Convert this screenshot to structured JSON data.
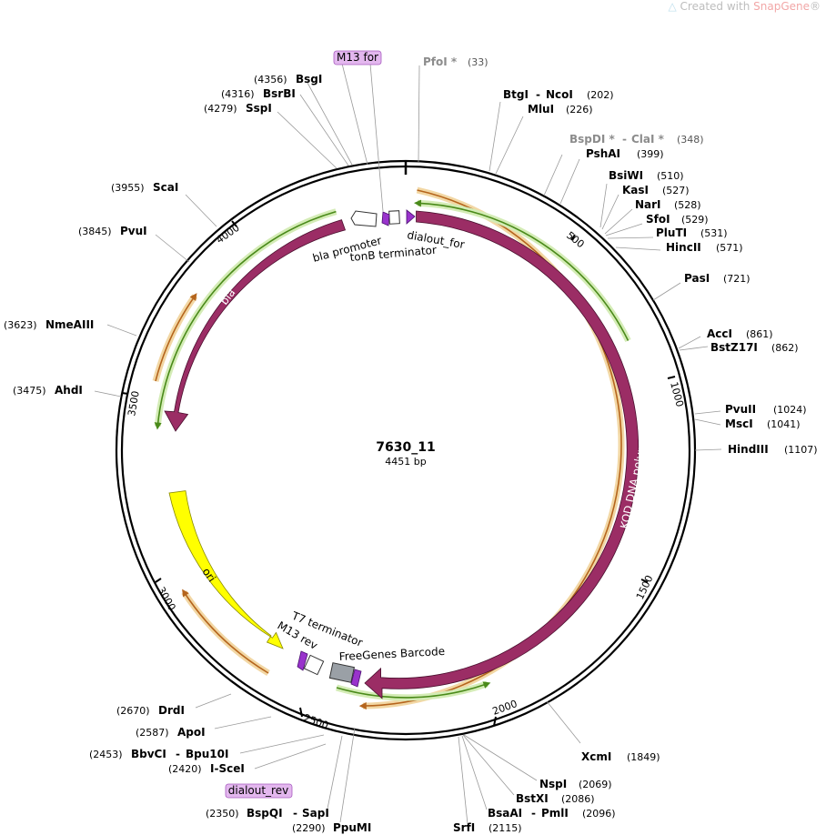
{
  "watermark": {
    "prefix": "Created with ",
    "brand": "SnapGene",
    "reg": "®"
  },
  "plasmid": {
    "name": "7630_11",
    "length": "4451 bp"
  },
  "ticks": [
    "500",
    "1000",
    "1500",
    "2000",
    "2500",
    "3000",
    "3500",
    "4000"
  ],
  "features": {
    "kod": "KOD DNA polymerase",
    "bla": "bla",
    "ori": "ori",
    "bla_promoter": "bla promoter",
    "tonb": "tonB terminator",
    "dialout_for": "dialout_for",
    "t7": "T7 terminator",
    "m13rev": "M13 rev",
    "barcode": "FreeGenes Barcode"
  },
  "primers": {
    "m13for": "M13 for",
    "dialout_rev": "dialout_rev"
  },
  "enzymes": {
    "pfoi": {
      "name": "PfoI *",
      "pos": "(33)"
    },
    "btgi": {
      "name": "BtgI",
      "name2": "NcoI",
      "pos": "(202)"
    },
    "mlui": {
      "name": "MluI",
      "pos": "(226)"
    },
    "bspdi": {
      "name": "BspDI *",
      "name2": "ClaI *",
      "pos": "(348)"
    },
    "pshai": {
      "name": "PshAI",
      "pos": "(399)"
    },
    "bsiwi": {
      "name": "BsiWI",
      "pos": "(510)"
    },
    "kasi": {
      "name": "KasI",
      "pos": "(527)"
    },
    "nari": {
      "name": "NarI",
      "pos": "(528)"
    },
    "sfoi": {
      "name": "SfoI",
      "pos": "(529)"
    },
    "pluti": {
      "name": "PluTI",
      "pos": "(531)"
    },
    "hincii": {
      "name": "HincII",
      "pos": "(571)"
    },
    "pasi": {
      "name": "PasI",
      "pos": "(721)"
    },
    "acci": {
      "name": "AccI",
      "pos": "(861)"
    },
    "bstz17i": {
      "name": "BstZ17I",
      "pos": "(862)"
    },
    "pvuii": {
      "name": "PvuII",
      "pos": "(1024)"
    },
    "msci": {
      "name": "MscI",
      "pos": "(1041)"
    },
    "hindiii": {
      "name": "HindIII",
      "pos": "(1107)"
    },
    "xcmi": {
      "name": "XcmI",
      "pos": "(1849)"
    },
    "nspi": {
      "name": "NspI",
      "pos": "(2069)"
    },
    "bstxi": {
      "name": "BstXI",
      "pos": "(2086)"
    },
    "bsaai": {
      "name": "BsaAI",
      "name2": "PmlI",
      "pos": "(2096)"
    },
    "srfi": {
      "name": "SrfI",
      "pos": "(2115)"
    },
    "ppumi": {
      "name": "PpuMI",
      "pos": "(2290)"
    },
    "bspqi": {
      "name": "BspQI",
      "name2": "SapI",
      "pos": "(2350)"
    },
    "scei": {
      "name": "I-SceI",
      "pos": "(2420)"
    },
    "bbvci": {
      "name": "BbvCI",
      "name2": "Bpu10I",
      "pos": "(2453)"
    },
    "apoi": {
      "name": "ApoI",
      "pos": "(2587)"
    },
    "drdi": {
      "name": "DrdI",
      "pos": "(2670)"
    },
    "ahdi": {
      "name": "AhdI",
      "pos": "(3475)"
    },
    "nmeaiii": {
      "name": "NmeAIII",
      "pos": "(3623)"
    },
    "pvui": {
      "name": "PvuI",
      "pos": "(3845)"
    },
    "scai": {
      "name": "ScaI",
      "pos": "(3955)"
    },
    "sspi": {
      "name": "SspI",
      "pos": "(4279)"
    },
    "bsrbi": {
      "name": "BsrBI",
      "pos": "(4316)"
    },
    "bsgi": {
      "name": "BsgI",
      "pos": "(4356)"
    }
  },
  "colors": {
    "kod": "#9b2d65",
    "bla": "#9b2d65",
    "ori": "#ffff00",
    "primer": "#9933cc",
    "orf_orange": "#e8b25a",
    "orf_green": "#8ec94a",
    "label_box": "#e3b7ee"
  }
}
